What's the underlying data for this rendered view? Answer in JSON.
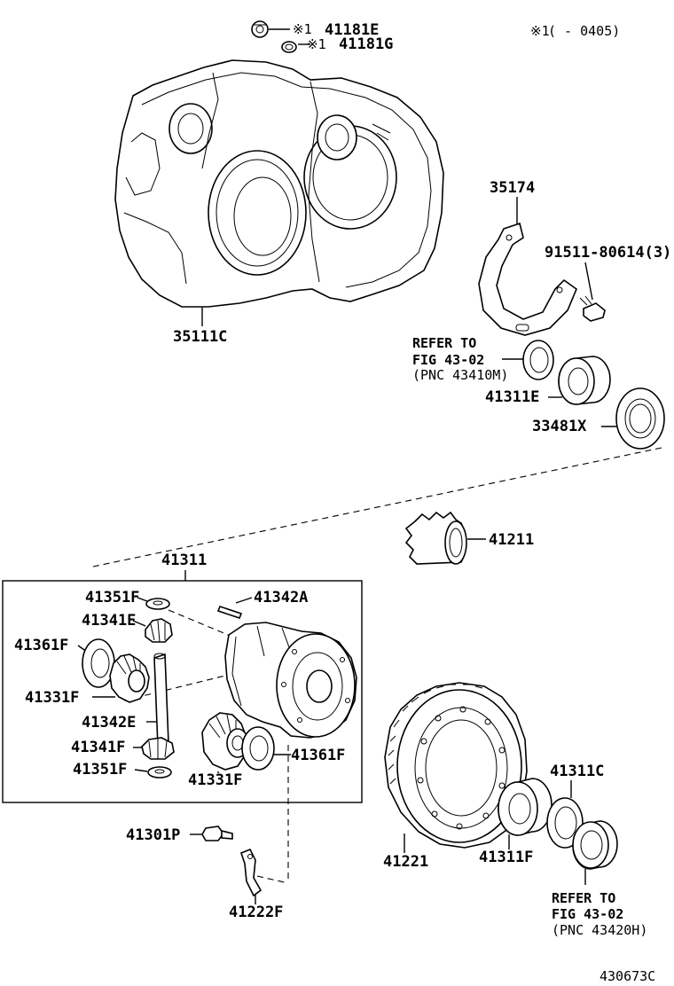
{
  "header": {
    "note_symbol": "※1",
    "note_range": "(      -  0405)"
  },
  "footer": {
    "diagram_code": "430673C"
  },
  "labels": {
    "p41181E": "41181E",
    "p41181G": "41181G",
    "p35111C": "35111C",
    "p35174": "35174",
    "p91511": "91511-80614(3)",
    "p41311E": "41311E",
    "p33481X": "33481X",
    "p41211": "41211",
    "p41311": "41311",
    "p41351F_a": "41351F",
    "p41342A": "41342A",
    "p41341E": "41341E",
    "p41361F_a": "41361F",
    "p41331F_a": "41331F",
    "p41342E": "41342E",
    "p41341F": "41341F",
    "p41351F_b": "41351F",
    "p41331F_b": "41331F",
    "p41361F_b": "41361F",
    "p41301P": "41301P",
    "p41222F": "41222F",
    "p41221": "41221",
    "p41311F": "41311F",
    "p41311C": "41311C",
    "note_mark": "※1"
  },
  "refs": {
    "top": {
      "line1": "REFER TO",
      "line2": "FIG 43-02",
      "line3": "(PNC 43410M)"
    },
    "bottom": {
      "line1": "REFER TO",
      "line2": "FIG 43-02",
      "line3": "(PNC 43420H)"
    }
  }
}
